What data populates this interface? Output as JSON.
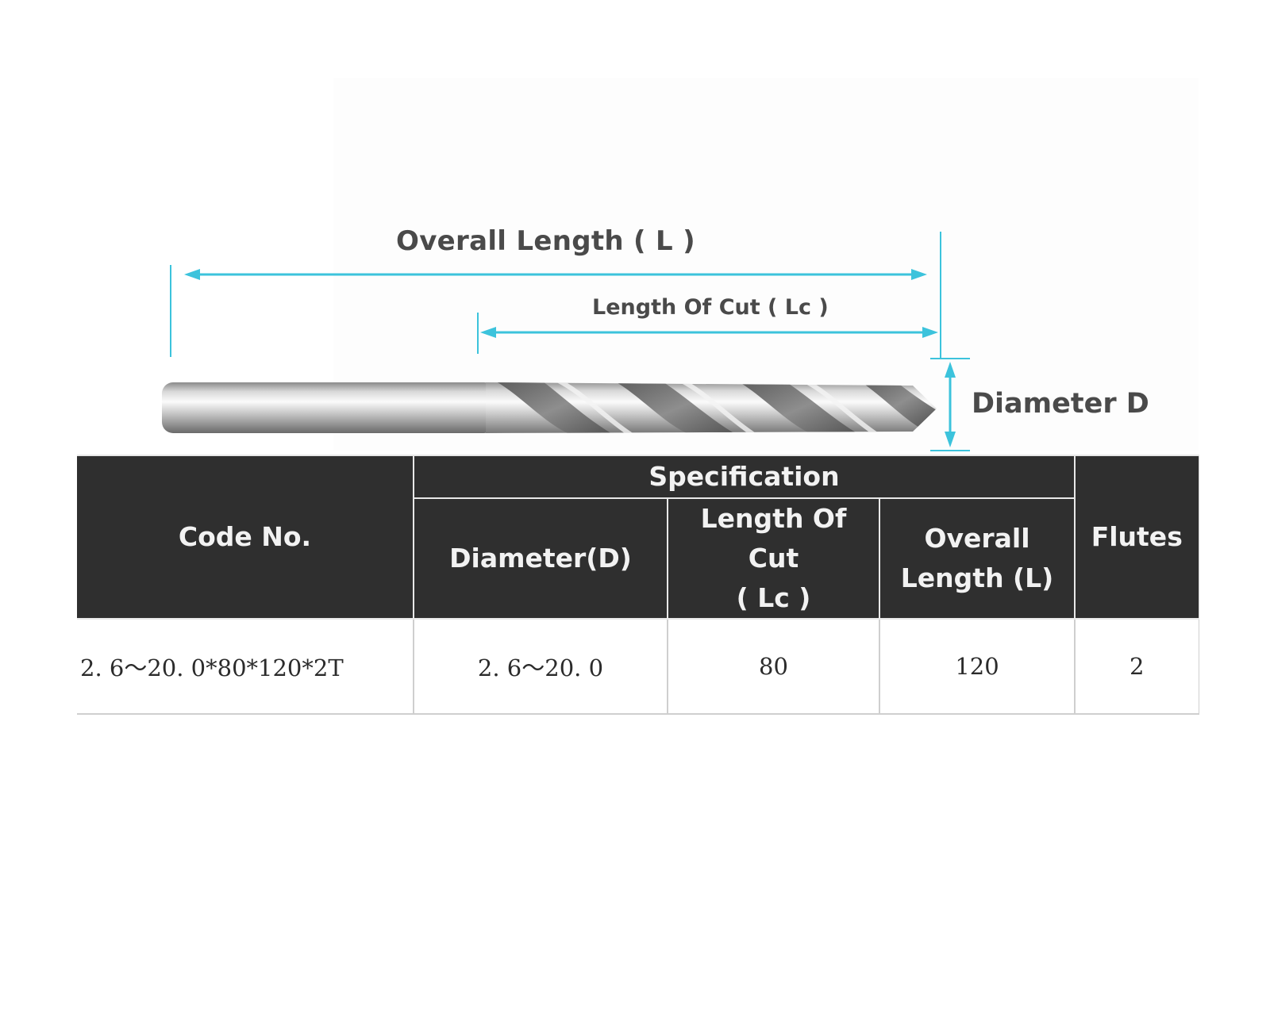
{
  "diagram": {
    "overall_length_label": "Overall Length ( L )",
    "length_of_cut_label": "Length Of Cut ( Lc )",
    "diameter_label": "Diameter D",
    "accent_color": "#3cc3dc"
  },
  "table": {
    "header": {
      "code_no": "Code No.",
      "specification": "Specification",
      "flutes": "Flutes",
      "diameter": "Diameter(D)",
      "length_of_cut_line1": "Length Of Cut",
      "length_of_cut_line2": "( Lc )",
      "overall_line1": "Overall",
      "overall_line2": "Length (L)"
    },
    "row": {
      "code": "2. 6～20. 0*80*120*2T",
      "diameter": "2. 6～20. 0",
      "length_of_cut": "80",
      "overall_length": "120",
      "flutes": "2"
    },
    "header_color": "#2f2f2f"
  }
}
